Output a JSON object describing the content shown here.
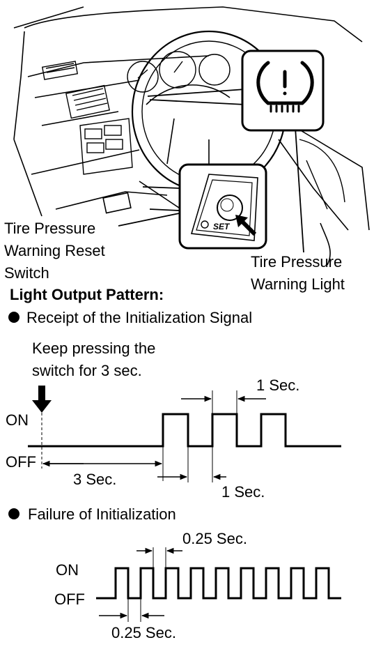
{
  "labels": {
    "reset_switch": [
      "Tire Pressure",
      "Warning Reset",
      "Switch"
    ],
    "warning_light": [
      "Tire Pressure",
      "Warning Light"
    ],
    "switch_marking": "SET"
  },
  "pattern": {
    "heading": "Light Output Pattern:",
    "receipt_title": "Receipt of the Initialization Signal",
    "keep_pressing": [
      "Keep pressing the",
      "switch for 3 sec."
    ],
    "on": "ON",
    "off": "OFF",
    "three_sec": "3 Sec.",
    "one_sec_top": "1 Sec.",
    "one_sec_bottom": "1 Sec.",
    "failure_title": "Failure of Initialization",
    "quarter_sec_top": "0.25 Sec.",
    "quarter_sec_bottom": "0.25 Sec."
  }
}
